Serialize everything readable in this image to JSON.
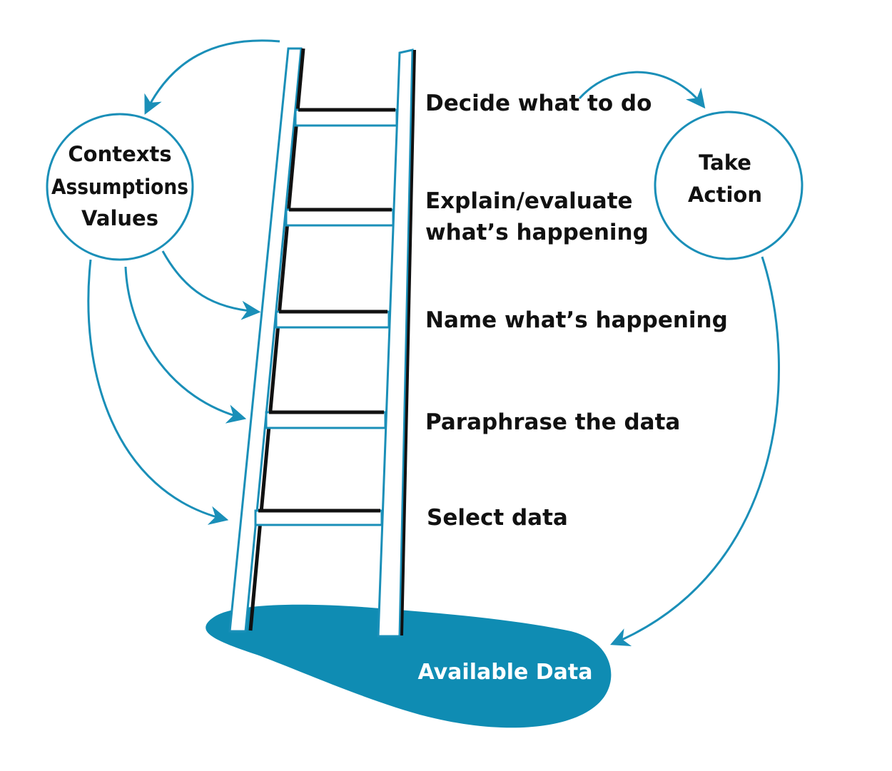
{
  "colors": {
    "accent": "#1a8fb8",
    "pool": "#0f8cb3",
    "ink": "#111111",
    "background": "#ffffff"
  },
  "ladder_steps": [
    {
      "label": "Select data"
    },
    {
      "label": "Paraphrase the data"
    },
    {
      "label": "Name what’s happening"
    },
    {
      "label": "Explain/evaluate",
      "label2": "what’s happening"
    },
    {
      "label": "Decide what to do"
    }
  ],
  "context_circle": {
    "lines": [
      "Contexts",
      "Assumptions",
      "Values"
    ]
  },
  "action_circle": {
    "lines": [
      "Take",
      "Action"
    ]
  },
  "pool": {
    "label": "Available Data"
  }
}
